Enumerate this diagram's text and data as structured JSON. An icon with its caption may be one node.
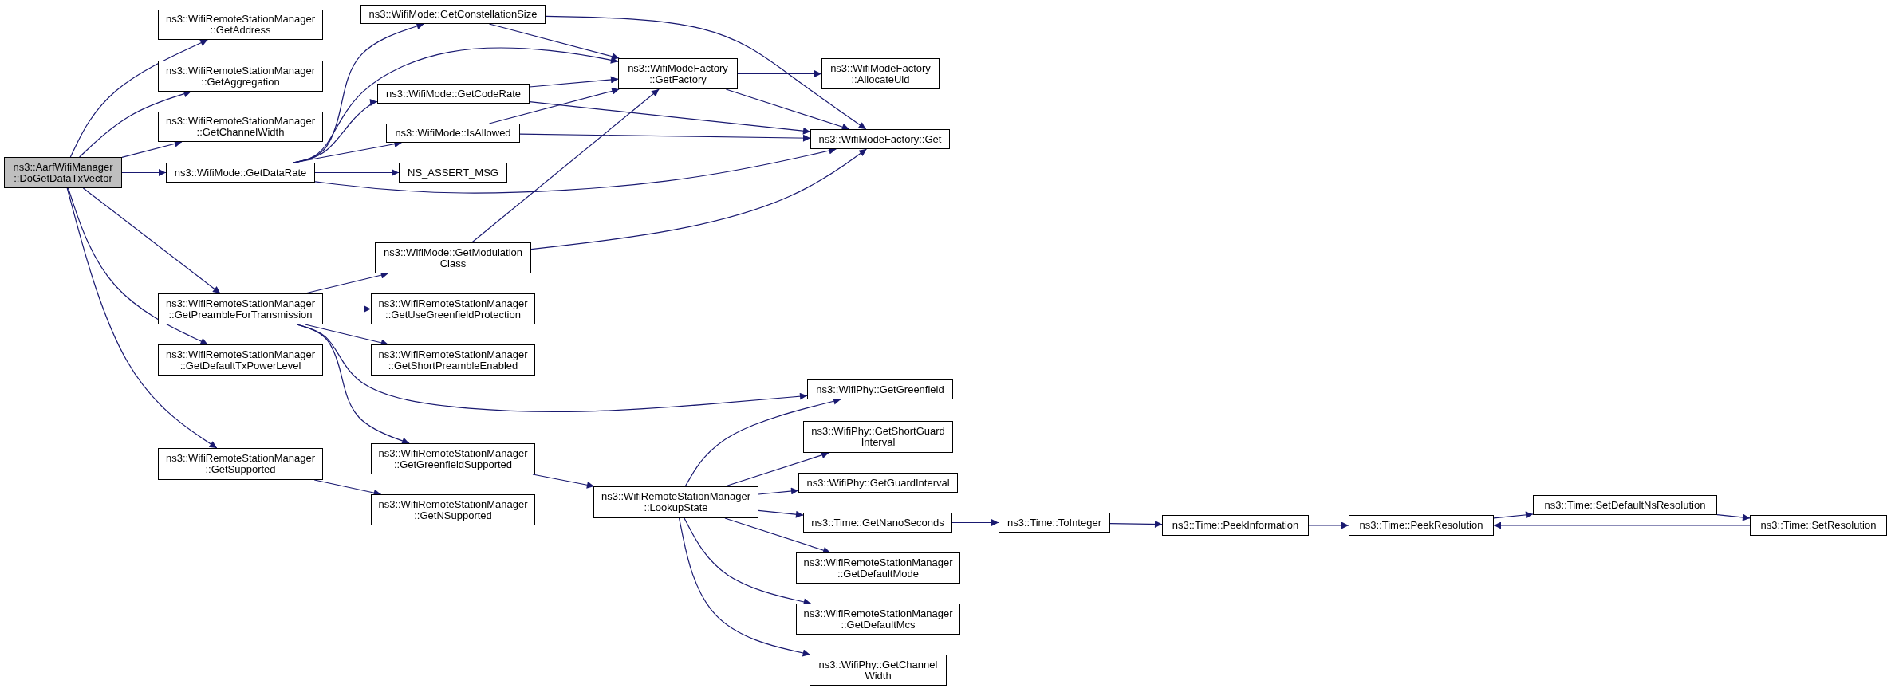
{
  "diagram": {
    "nodes": [
      {
        "text": [
          "ns3::AarfWifiManager ::DoGetDataTxVector"
        ]
      },
      {
        "text": [
          "ns3::WifiRemoteStationManager ::GetAddress"
        ]
      },
      {
        "text": [
          "ns3::WifiRemoteStationManager ::GetAggregation"
        ]
      },
      {
        "text": [
          "ns3::WifiRemoteStationManager ::GetChannelWidth"
        ]
      },
      {
        "text": [
          "ns3::WifiMode::GetDataRate"
        ]
      },
      {
        "text": [
          "ns3::WifiRemoteStationManager ::GetPreambleForTransmission"
        ]
      },
      {
        "text": [
          "ns3::WifiRemoteStationManager ::GetDefaultTxPowerLevel"
        ]
      },
      {
        "text": [
          "ns3::WifiRemoteStationManager ::GetSupported"
        ]
      },
      {
        "text": [
          "ns3::WifiMode::GetConstellationSize"
        ]
      },
      {
        "text": [
          "ns3::WifiMode::GetCodeRate"
        ]
      },
      {
        "text": [
          "ns3::WifiMode::IsAllowed"
        ]
      },
      {
        "text": [
          "NS_ASSERT_MSG"
        ]
      },
      {
        "text": [
          "ns3::WifiMode::GetModulation Class"
        ]
      },
      {
        "text": [
          "ns3::WifiRemoteStationManager ::GetUseGreenfieldProtection"
        ]
      },
      {
        "text": [
          "ns3::WifiRemoteStationManager ::GetShortPreambleEnabled"
        ]
      },
      {
        "text": [
          "ns3::WifiRemoteStationManager ::GetGreenfieldSupported"
        ]
      },
      {
        "text": [
          "ns3::WifiRemoteStationManager ::GetNSupported"
        ]
      },
      {
        "text": [
          "ns3::WifiModeFactory ::GetFactory"
        ]
      },
      {
        "text": [
          "ns3::WifiModeFactory ::AllocateUid"
        ]
      },
      {
        "text": [
          "ns3::WifiModeFactory::Get"
        ]
      },
      {
        "text": [
          "ns3::WifiRemoteStationManager ::LookupState"
        ]
      },
      {
        "text": [
          "ns3::WifiPhy::GetGreenfield"
        ]
      },
      {
        "text": [
          "ns3::WifiPhy::GetShortGuard Interval"
        ]
      },
      {
        "text": [
          "ns3::WifiPhy::GetGuardInterval"
        ]
      },
      {
        "text": [
          "ns3::Time::GetNanoSeconds"
        ]
      },
      {
        "text": [
          "ns3::WifiRemoteStationManager ::GetDefaultMode"
        ]
      },
      {
        "text": [
          "ns3::WifiRemoteStationManager ::GetDefaultMcs"
        ]
      },
      {
        "text": [
          "ns3::WifiPhy::GetChannel Width"
        ]
      },
      {
        "text": [
          "ns3::Time::ToInteger"
        ]
      },
      {
        "text": [
          "ns3::Time::PeekInformation"
        ]
      },
      {
        "text": [
          "ns3::Time::PeekResolution"
        ]
      },
      {
        "text": [
          "ns3::Time::SetDefaultNsResolution"
        ]
      },
      {
        "text": [
          "ns3::Time::SetResolution"
        ]
      }
    ],
    "edges": [
      {
        "from": 0,
        "to": 1,
        "arrow": "to"
      },
      {
        "from": 0,
        "to": 2,
        "arrow": "to"
      },
      {
        "from": 0,
        "to": 3,
        "arrow": "to"
      },
      {
        "from": 0,
        "to": 4,
        "arrow": "to"
      },
      {
        "from": 0,
        "to": 5,
        "arrow": "to"
      },
      {
        "from": 0,
        "to": 6,
        "arrow": "to"
      },
      {
        "from": 0,
        "to": 7,
        "arrow": "to"
      },
      {
        "from": 4,
        "to": 8,
        "arrow": "to"
      },
      {
        "from": 4,
        "to": 17,
        "arrow": "to"
      },
      {
        "from": 4,
        "to": 9,
        "arrow": "to"
      },
      {
        "from": 4,
        "to": 10,
        "arrow": "to"
      },
      {
        "from": 4,
        "to": 11,
        "arrow": "to"
      },
      {
        "from": 4,
        "to": 19,
        "arrow": "to"
      },
      {
        "from": 8,
        "to": 17,
        "arrow": "to"
      },
      {
        "from": 8,
        "to": 19,
        "arrow": "to"
      },
      {
        "from": 9,
        "to": 17,
        "arrow": "to"
      },
      {
        "from": 9,
        "to": 19,
        "arrow": "to"
      },
      {
        "from": 10,
        "to": 17,
        "arrow": "to"
      },
      {
        "from": 10,
        "to": 19,
        "arrow": "to"
      },
      {
        "from": 12,
        "to": 17,
        "arrow": "to"
      },
      {
        "from": 12,
        "to": 19,
        "arrow": "to"
      },
      {
        "from": 17,
        "to": 18,
        "arrow": "to"
      },
      {
        "from": 17,
        "to": 19,
        "arrow": "to"
      },
      {
        "from": 5,
        "to": 12,
        "arrow": "to"
      },
      {
        "from": 5,
        "to": 13,
        "arrow": "to"
      },
      {
        "from": 5,
        "to": 14,
        "arrow": "to"
      },
      {
        "from": 5,
        "to": 21,
        "arrow": "to"
      },
      {
        "from": 5,
        "to": 15,
        "arrow": "to"
      },
      {
        "from": 7,
        "to": 16,
        "arrow": "to"
      },
      {
        "from": 15,
        "to": 20,
        "arrow": "to"
      },
      {
        "from": 20,
        "to": 21,
        "arrow": "to"
      },
      {
        "from": 20,
        "to": 22,
        "arrow": "to"
      },
      {
        "from": 20,
        "to": 23,
        "arrow": "to"
      },
      {
        "from": 20,
        "to": 24,
        "arrow": "to"
      },
      {
        "from": 20,
        "to": 25,
        "arrow": "to"
      },
      {
        "from": 20,
        "to": 26,
        "arrow": "to"
      },
      {
        "from": 20,
        "to": 27,
        "arrow": "to"
      },
      {
        "from": 24,
        "to": 28,
        "arrow": "to"
      },
      {
        "from": 28,
        "to": 29,
        "arrow": "to"
      },
      {
        "from": 29,
        "to": 30,
        "arrow": "to"
      },
      {
        "from": 30,
        "to": 31,
        "arrow": "to"
      },
      {
        "from": 31,
        "to": 32,
        "arrow": "to"
      },
      {
        "from": 32,
        "to": 30,
        "arrow": "to"
      }
    ]
  }
}
